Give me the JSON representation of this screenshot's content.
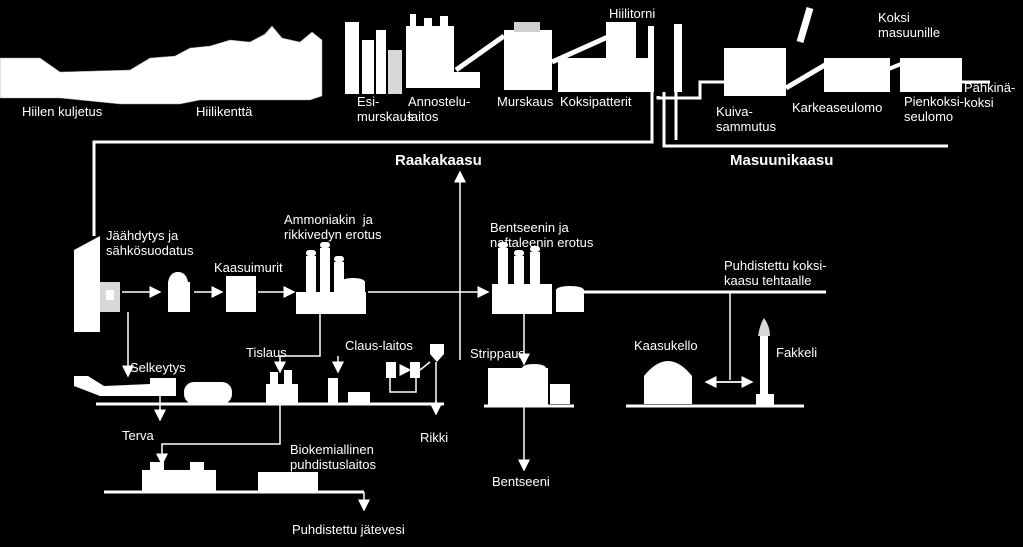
{
  "colors": {
    "background": "#000000",
    "foreground": "#ffffff",
    "shading": "#bdbdbd"
  },
  "labels": {
    "hiilen_kuljetus": "Hiilen kuljetus",
    "hiilikentta": "Hiilikenttä",
    "esimurskaus": "Esi-\nmurskaus",
    "annostelulaitos": "Annostelu-\nlaitos",
    "murskaus": "Murskaus",
    "koksipatterit": "Koksipatterit",
    "hiilitorni": "Hiilitorni",
    "kuivasammutus": "Kuiva-\nsammutus",
    "karkeaseulomo": "Karkeaseulomo",
    "koksi_masuunille": "Koksi\nmasuunille",
    "pienkoksiseulomo": "Pienkoksi-\nseulomo",
    "pahkinakoksi": "Pähkinä-\nkoksi",
    "raakakaasu": "Raakakaasu",
    "masuunikaasu": "Masuunikaasu",
    "jaahdytys": "Jäähdytys ja\nsähkösuodatus",
    "kaasuimurit": "Kaasuimurit",
    "ammoniakki": "Ammoniakin  ja\nrikkivedyn erotus",
    "bentseeni_erotus": "Bentseenin ja\nnaftaleenin erotus",
    "puhdistettu_koksikaasu": "Puhdistettu koksi-\nkaasu tehtaalle",
    "selkeytys": "Selkeytys",
    "tislaus": "Tislaus",
    "claus": "Claus-laitos",
    "strippaus": "Strippaus",
    "kaasukello": "Kaasukello",
    "fakkeli": "Fakkeli",
    "terva": "Terva",
    "rikki": "Rikki",
    "biokemiallinen": "Biokemiallinen\npuhdistuslaitos",
    "bentseeni": "Bentseeni",
    "puhdistettu_jatevesi": "Puhdistettu jätevesi"
  }
}
